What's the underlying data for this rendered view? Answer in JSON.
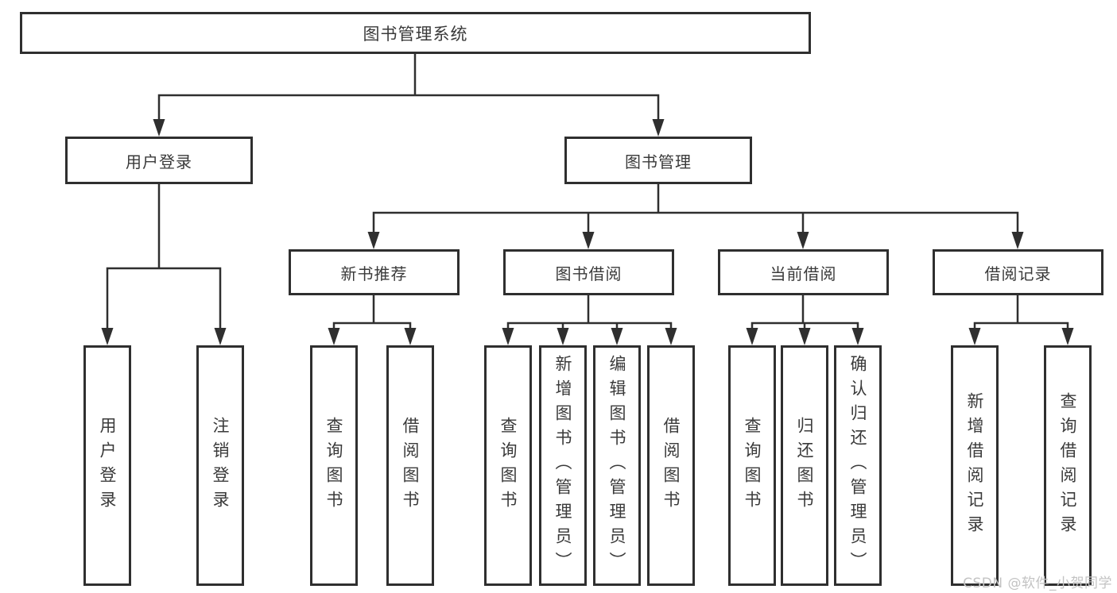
{
  "tree": {
    "root": {
      "label": "图书管理系统"
    },
    "children": [
      {
        "label": "用户登录",
        "children": [
          {
            "label": "用户登录"
          },
          {
            "label": "注销登录"
          }
        ]
      },
      {
        "label": "图书管理",
        "children": [
          {
            "label": "新书推荐",
            "children": [
              {
                "label": "查询图书"
              },
              {
                "label": "借阅图书"
              }
            ]
          },
          {
            "label": "图书借阅",
            "children": [
              {
                "label": "查询图书"
              },
              {
                "label": "新增图书（管理员）"
              },
              {
                "label": "编辑图书（管理员）"
              },
              {
                "label": "借阅图书"
              }
            ]
          },
          {
            "label": "当前借阅",
            "children": [
              {
                "label": "查询图书"
              },
              {
                "label": "归还图书"
              },
              {
                "label": "确认归还（管理员）"
              }
            ]
          },
          {
            "label": "借阅记录",
            "children": [
              {
                "label": "新增借阅记录"
              },
              {
                "label": "查询借阅记录"
              }
            ]
          }
        ]
      }
    ]
  },
  "watermark": "CSDN @软件_小贺同学",
  "colors": {
    "line": "#2f2f2f",
    "box_border": "#2f2f2f",
    "text": "#3a3a3a",
    "watermark": "#c3c3c3",
    "background": "#ffffff"
  }
}
